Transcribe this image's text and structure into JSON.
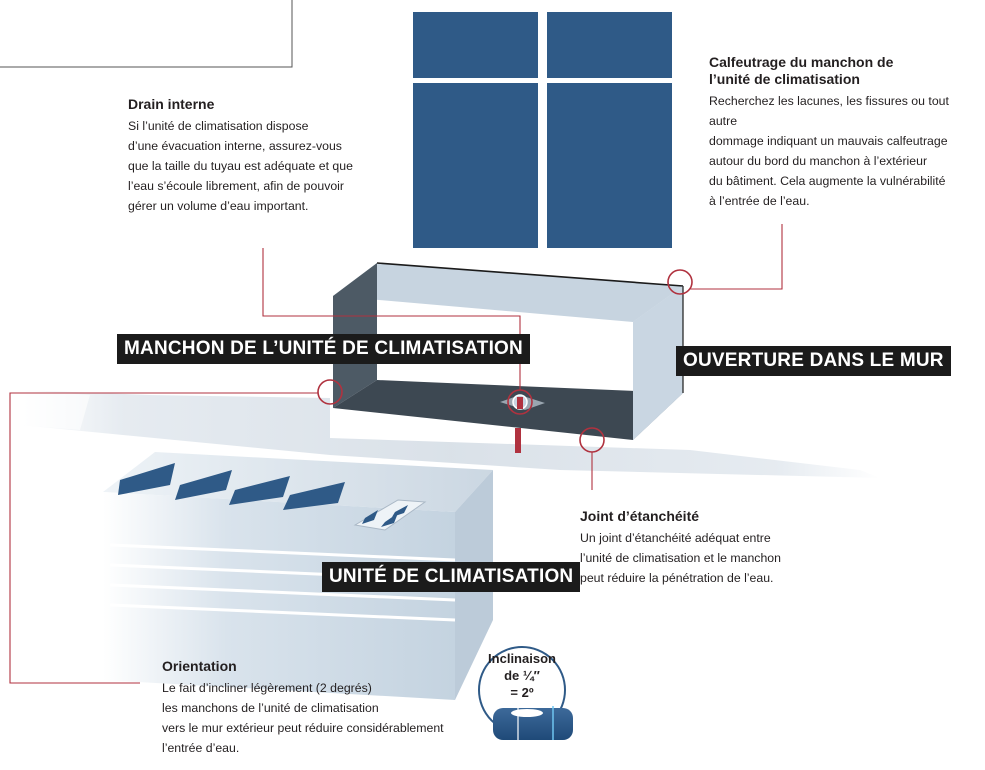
{
  "drain": {
    "title": "Drain interne",
    "lines": [
      "Si l’unité de climatisation dispose",
      "d’une évacuation interne, assurez-vous",
      "que la taille du tuyau est adéquate et que",
      "l’eau s’écoule librement, afin de pouvoir",
      "gérer un volume d’eau important."
    ]
  },
  "caulking": {
    "title_lines": [
      "Calfeutrage du manchon de",
      "l’unité de climatisation"
    ],
    "lines": [
      "Recherchez les lacunes, les fissures ou tout autre",
      "dommage indiquant un mauvais calfeutrage",
      "autour du bord du manchon à l’extérieur",
      "du bâtiment. Cela augmente la vulnérabilité",
      "à l’entrée de l’eau."
    ]
  },
  "labels": {
    "sleeve": "MANCHON DE L’UNITÉ DE CLIMATISATION",
    "wall_opening": "OUVERTURE DANS LE MUR",
    "unit": "UNITÉ DE CLIMATISATION"
  },
  "seal": {
    "title": "Joint d’étanchéité",
    "lines": [
      "Un joint d’étanchéité adéquat entre",
      "l’unité de climatisation et le manchon",
      "peut réduire la pénétration de l’eau."
    ]
  },
  "orientation": {
    "title": "Orientation",
    "lines": [
      "Le fait d’incliner légèrement (2 degrés)",
      "les manchons de l’unité de climatisation",
      "vers le mur extérieur peut réduire considérablement",
      "l’entrée d’eau."
    ]
  },
  "level": {
    "lines": [
      "Inclinaison",
      "de ¼″",
      "= 2º"
    ]
  },
  "colors": {
    "window": "#2f5a87",
    "sleeve_light": "#c6d4e0",
    "sleeve_dark": "#3a4650",
    "accent": "#b0323f"
  }
}
